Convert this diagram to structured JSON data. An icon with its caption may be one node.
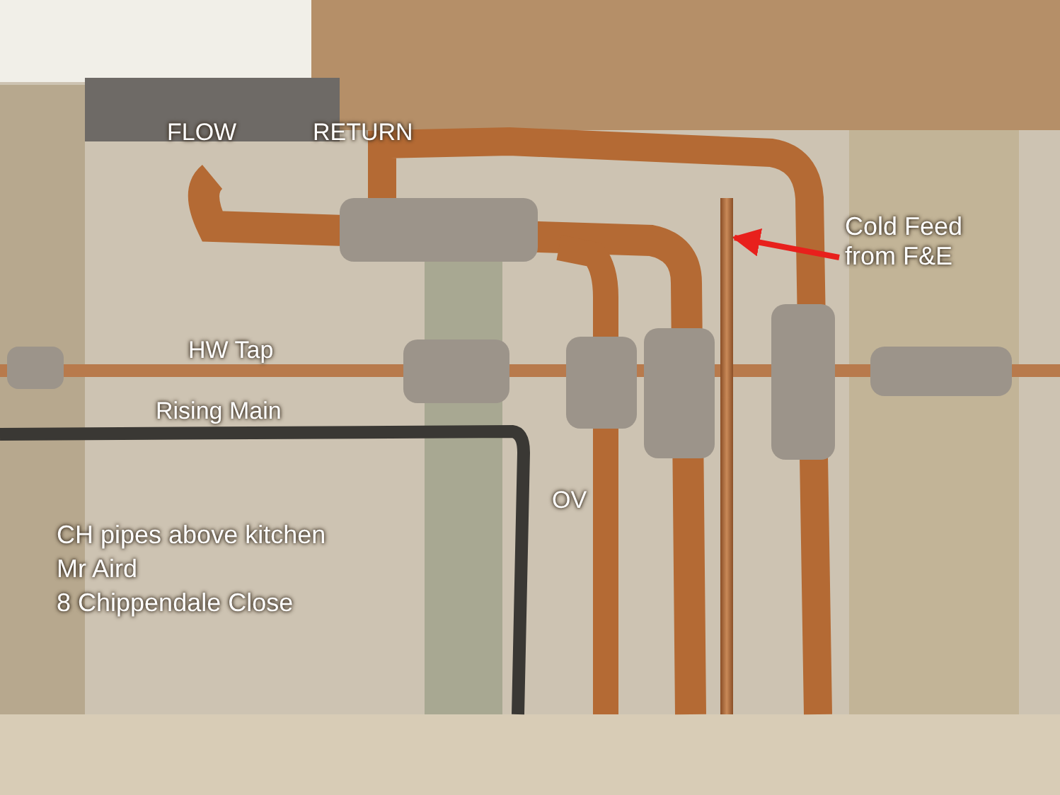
{
  "diagram": {
    "nodes": [
      {
        "text": [
          "Cold Feed from F&E"
        ]
      },
      {
        "text": [],
        "shape": "bar"
      }
    ],
    "edges": [
      {
        "from": 0,
        "to": 1,
        "arrow": "to"
      }
    ],
    "labels": [
      "FLOW",
      "RETURN",
      "HW Tap",
      "Rising Main",
      "OV",
      "CH pipes above kitchen",
      "Mr Aird",
      "8 Chippendale Close"
    ]
  }
}
